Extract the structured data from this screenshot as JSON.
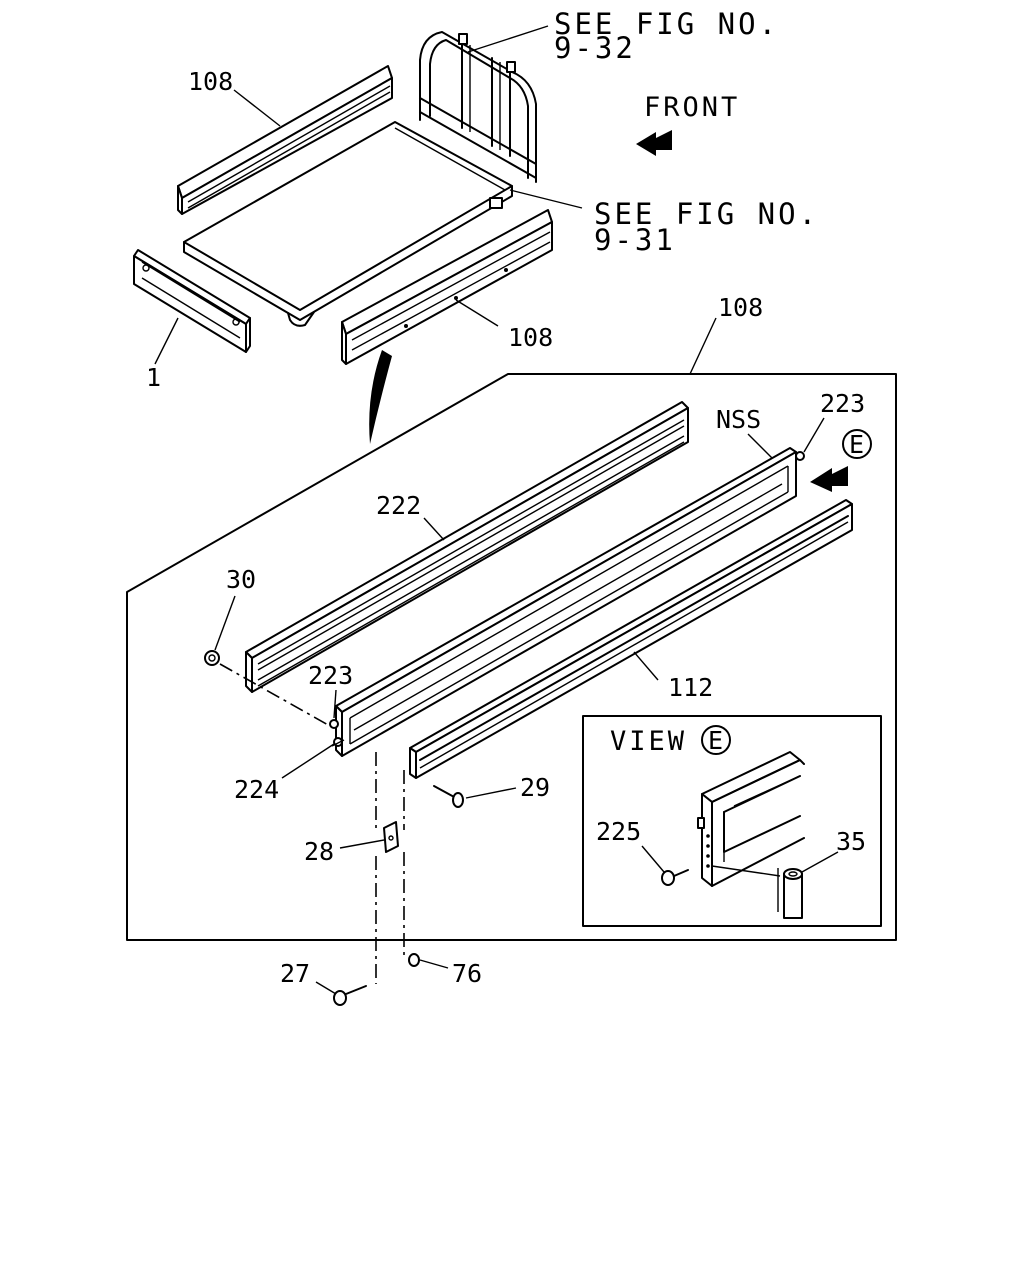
{
  "references": {
    "fig_9_32_line1": "SEE FIG NO.",
    "fig_9_32_line2": "9-32",
    "fig_9_31_line1": "SEE FIG NO.",
    "fig_9_31_line2": "9-31"
  },
  "direction_label": "FRONT",
  "view_box": {
    "label": "VIEW",
    "marker": "E"
  },
  "view_marker": "E",
  "side_label": "NSS",
  "part_numbers": {
    "upper_side_rail_left": "108",
    "upper_side_rail_right": "108",
    "exploded_group": "108",
    "tail_gate": "1",
    "rail_222": "222",
    "nut_30": "30",
    "hinge_223_top": "223",
    "hinge_223_end": "223",
    "rail_112": "112",
    "bolt_224": "224",
    "bolt_29": "29",
    "bracket_28": "28",
    "pin_27": "27",
    "washer_76": "76",
    "screw_225": "225",
    "pin_35": "35"
  }
}
